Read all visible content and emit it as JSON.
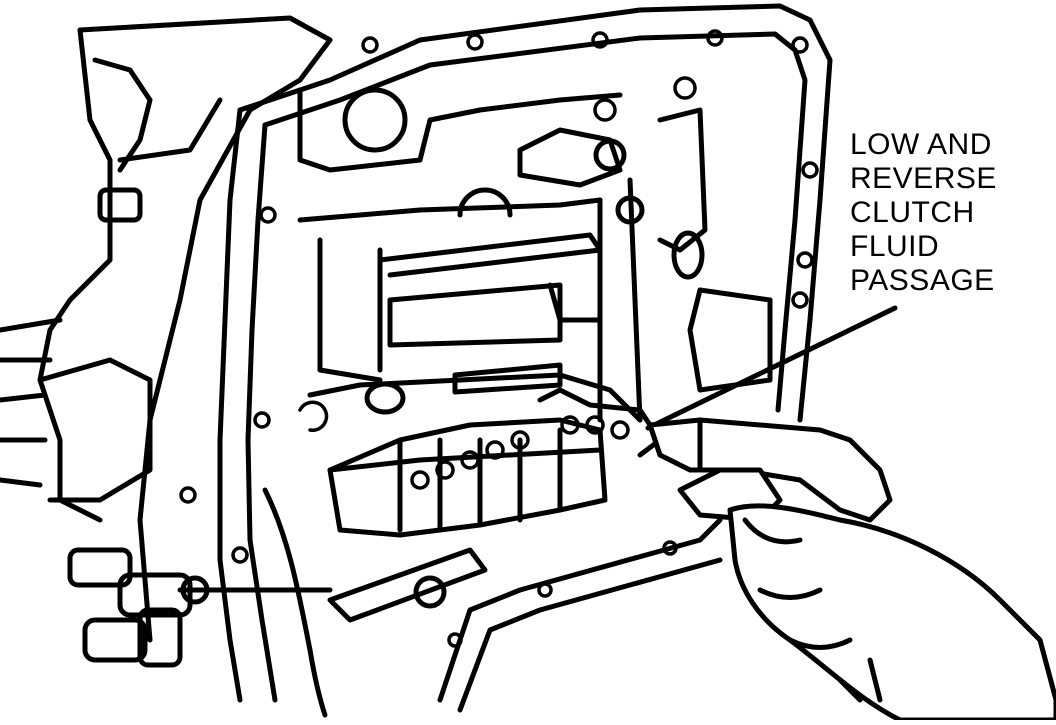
{
  "callout": {
    "lines": [
      "LOW AND",
      "REVERSE",
      "CLUTCH",
      "FLUID",
      "PASSAGE"
    ]
  },
  "colors": {
    "ink": "#000000",
    "paper": "#ffffff"
  }
}
